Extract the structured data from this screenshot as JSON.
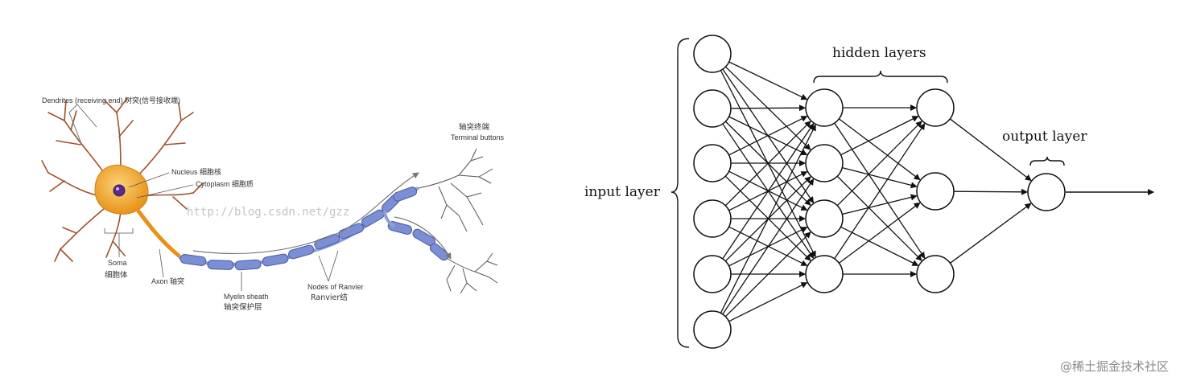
{
  "neuron": {
    "dendrites_label": "Dendrites (receiving end) 树突(信号接收端)",
    "nucleus_label": "Nucleus 细胞核",
    "cytoplasm_label": "Cytoplasm 细胞质",
    "soma_en": "Soma",
    "soma_cn": "细胞体",
    "axon_label": "Axon 轴突",
    "myelin_en": "Myelin sheath",
    "myelin_cn": "轴突保护层",
    "nodes_en": "Nodes of Ranvier",
    "nodes_cn": "Ranvier结",
    "terminal_cn": "轴突终端",
    "terminal_en": "Terminal buttons",
    "watermark": "http://blog.csdn.net/gzz",
    "body_color": "#f0a020",
    "myelin_color": "#7b8fd4"
  },
  "network": {
    "input_label": "input layer",
    "hidden_label": "hidden layers",
    "output_label": "output layer",
    "layers": [
      6,
      4,
      3,
      1
    ]
  },
  "credit": "@稀土掘金技术社区"
}
